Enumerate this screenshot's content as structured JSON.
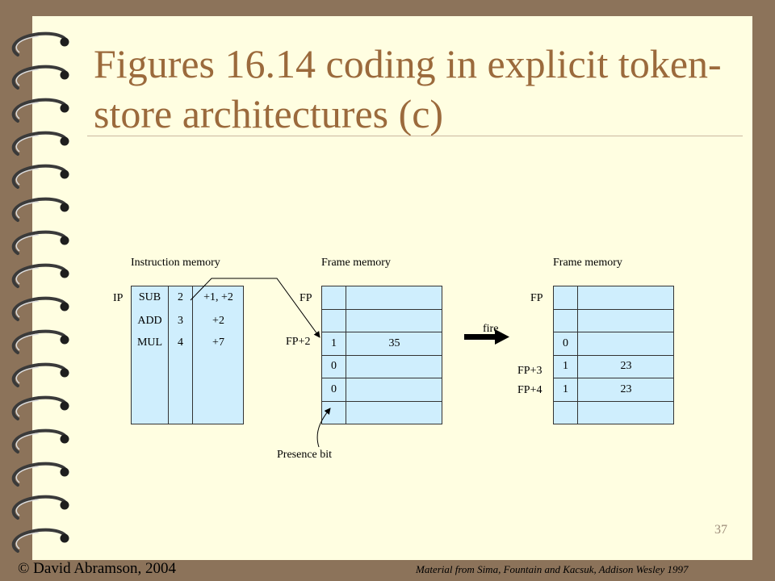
{
  "title": "Figures 16.14 coding in explicit token-store architectures (c)",
  "instruction_memory": {
    "heading": "Instruction memory",
    "pointer": "IP",
    "rows": [
      {
        "op": "SUB",
        "n": "2",
        "dest": "+1, +2"
      },
      {
        "op": "ADD",
        "n": "3",
        "dest": "+2"
      },
      {
        "op": "MUL",
        "n": "4",
        "dest": "+7"
      }
    ]
  },
  "frame_memory_left": {
    "heading": "Frame memory",
    "fp_label": "FP",
    "fp2_label": "FP+2",
    "rows": [
      {
        "bit": "",
        "value": ""
      },
      {
        "bit": "",
        "value": ""
      },
      {
        "bit": "1",
        "value": "35"
      },
      {
        "bit": "0",
        "value": ""
      },
      {
        "bit": "0",
        "value": ""
      },
      {
        "bit": "",
        "value": ""
      }
    ]
  },
  "presence_label": "Presence bit",
  "fire_label": "fire",
  "frame_memory_right": {
    "heading": "Frame memory",
    "fp_label": "FP",
    "fp3_label": "FP+3",
    "fp4_label": "FP+4",
    "rows": [
      {
        "bit": "",
        "value": ""
      },
      {
        "bit": "",
        "value": ""
      },
      {
        "bit": "0",
        "value": ""
      },
      {
        "bit": "1",
        "value": "23"
      },
      {
        "bit": "1",
        "value": "23"
      },
      {
        "bit": "",
        "value": ""
      }
    ]
  },
  "page_number": "37",
  "footer_left": "© David Abramson, 2004",
  "footer_right": "Material from Sima, Fountain and Kacsuk, Addison Wesley 1997",
  "colors": {
    "background": "#8c735a",
    "slide": "#fffee1",
    "title": "#9b6a3c",
    "cell_fill": "#cfeefd"
  }
}
